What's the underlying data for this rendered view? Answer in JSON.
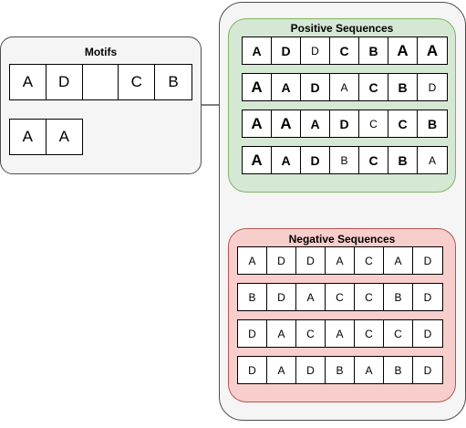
{
  "motifs": {
    "title": "Motifs",
    "rows": [
      [
        "A",
        "D",
        "",
        "C",
        "B"
      ],
      [
        "A",
        "A"
      ]
    ]
  },
  "positive": {
    "title": "Positive Sequences",
    "rows": [
      [
        {
          "t": "A",
          "w": "b",
          "s": "m"
        },
        {
          "t": "D",
          "w": "b",
          "s": "m"
        },
        {
          "t": "D",
          "w": "n",
          "s": "s"
        },
        {
          "t": "C",
          "w": "b",
          "s": "m"
        },
        {
          "t": "B",
          "w": "b",
          "s": "m"
        },
        {
          "t": "A",
          "w": "b",
          "s": "l"
        },
        {
          "t": "A",
          "w": "b",
          "s": "l"
        }
      ],
      [
        {
          "t": "A",
          "w": "b",
          "s": "l"
        },
        {
          "t": "A",
          "w": "b",
          "s": "m"
        },
        {
          "t": "D",
          "w": "b",
          "s": "m"
        },
        {
          "t": "A",
          "w": "n",
          "s": "s"
        },
        {
          "t": "C",
          "w": "b",
          "s": "m"
        },
        {
          "t": "B",
          "w": "b",
          "s": "m"
        },
        {
          "t": "D",
          "w": "n",
          "s": "s"
        }
      ],
      [
        {
          "t": "A",
          "w": "b",
          "s": "l"
        },
        {
          "t": "A",
          "w": "b",
          "s": "l"
        },
        {
          "t": "A",
          "w": "b",
          "s": "m"
        },
        {
          "t": "D",
          "w": "b",
          "s": "m"
        },
        {
          "t": "C",
          "w": "n",
          "s": "s"
        },
        {
          "t": "C",
          "w": "b",
          "s": "m"
        },
        {
          "t": "B",
          "w": "b",
          "s": "m"
        }
      ],
      [
        {
          "t": "A",
          "w": "b",
          "s": "l"
        },
        {
          "t": "A",
          "w": "b",
          "s": "m"
        },
        {
          "t": "D",
          "w": "b",
          "s": "m"
        },
        {
          "t": "B",
          "w": "n",
          "s": "s"
        },
        {
          "t": "C",
          "w": "b",
          "s": "m"
        },
        {
          "t": "B",
          "w": "b",
          "s": "m"
        },
        {
          "t": "A",
          "w": "n",
          "s": "s"
        }
      ]
    ]
  },
  "negative": {
    "title": "Negative Sequences",
    "rows": [
      [
        "A",
        "D",
        "D",
        "A",
        "C",
        "A",
        "D"
      ],
      [
        "B",
        "D",
        "A",
        "C",
        "C",
        "B",
        "D"
      ],
      [
        "D",
        "A",
        "C",
        "A",
        "C",
        "C",
        "D"
      ],
      [
        "D",
        "A",
        "D",
        "B",
        "A",
        "B",
        "D"
      ]
    ]
  },
  "colors": {
    "outer_fill": "#f5f5f5",
    "positive_fill": "#d5e8d4",
    "positive_stroke": "#82b366",
    "negative_fill": "#f8cecc",
    "negative_stroke": "#b85450",
    "line": "#000000"
  }
}
